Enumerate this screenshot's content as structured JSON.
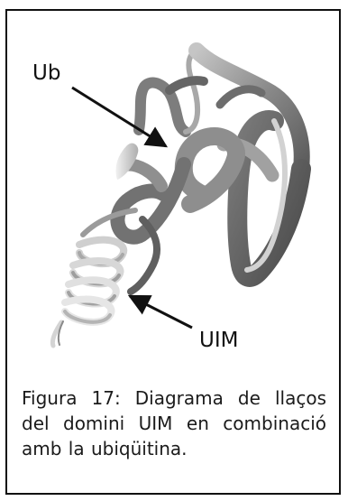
{
  "figure": {
    "labels": {
      "ub": "Ub",
      "uim": "UIM"
    },
    "caption": "Figura 17: Diagrama de llaços del domini UIM en combinació amb la ubiqüitina."
  },
  "colors": {
    "frame_border": "#111111",
    "protein_dark": "#5f5f5f",
    "protein_mid": "#8a8a8a",
    "protein_light": "#cdcdcd",
    "helix_light": "#e6e6e6"
  }
}
